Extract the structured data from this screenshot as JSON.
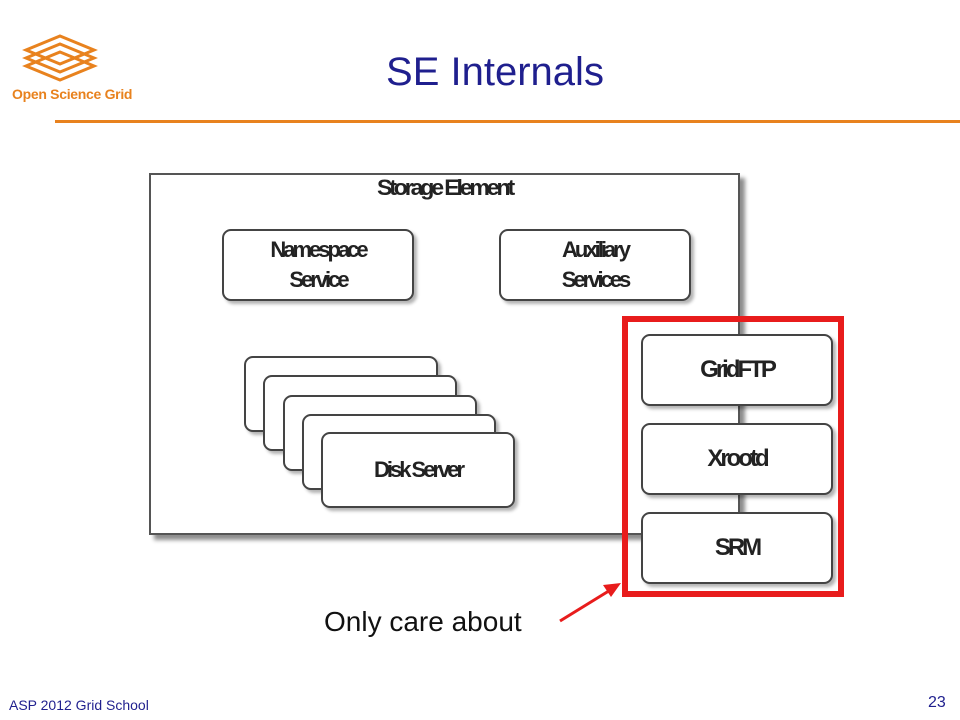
{
  "header": {
    "logo_text": "Open Science Grid",
    "title": "SE Internals"
  },
  "diagram": {
    "outer_label": "Storage Element",
    "namespace": [
      "Namespace",
      "Service"
    ],
    "auxiliary": [
      "Auxiliary",
      "Services"
    ],
    "disk_server": "Disk Server",
    "services": [
      "GridFTP",
      "Xrootd",
      "SRM"
    ]
  },
  "caption": "Only care about",
  "footer": {
    "left": "ASP 2012 Grid School",
    "page": "23"
  },
  "colors": {
    "title": "#1f1f8e",
    "accent": "#e8821e",
    "highlight": "#e81c1c"
  }
}
